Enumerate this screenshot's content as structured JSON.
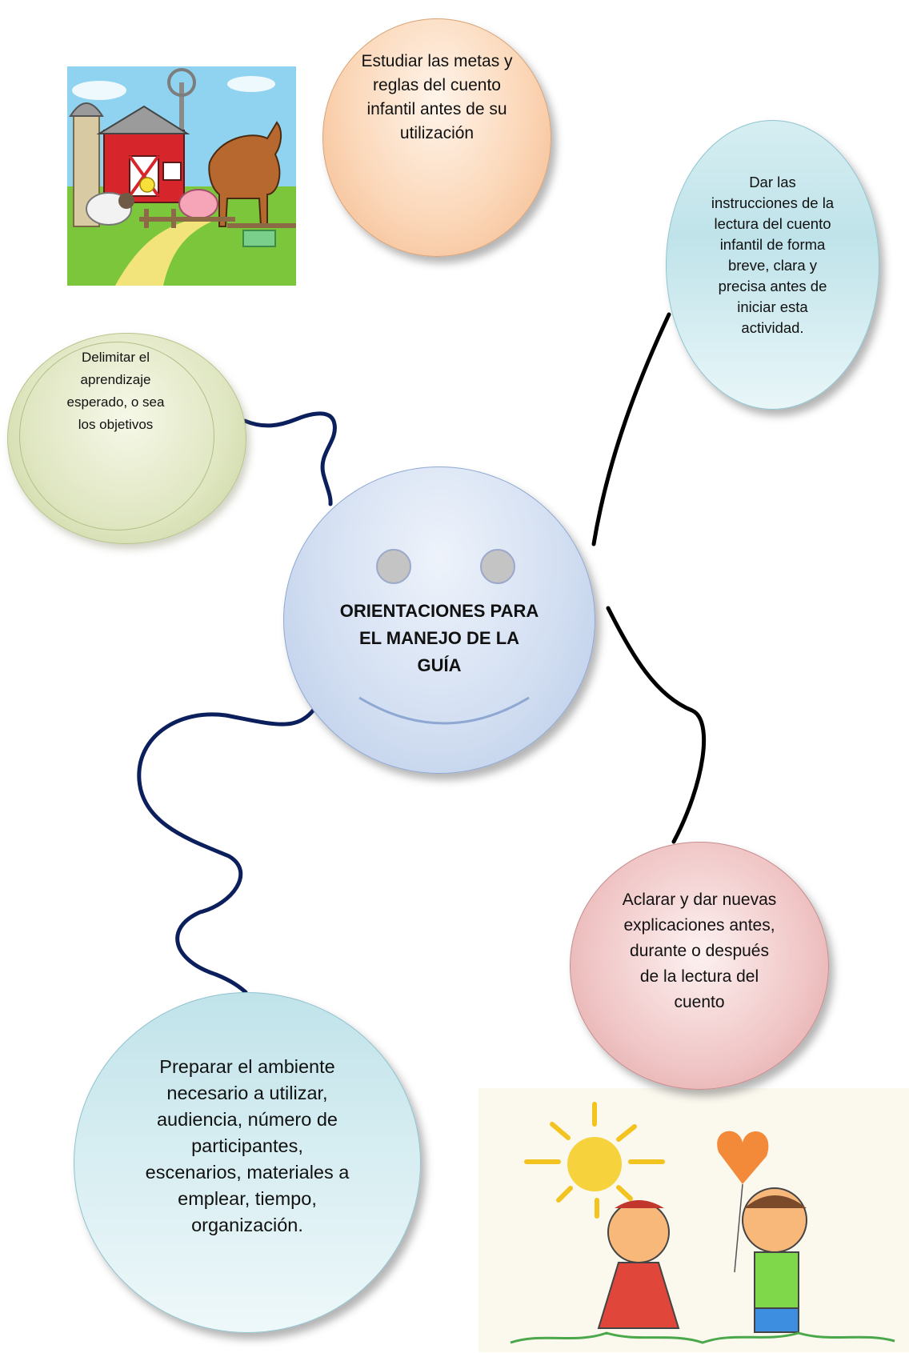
{
  "nodes": {
    "center": "ORIENTACIONES PARA EL MANEJO DE LA GUÍA",
    "study": "Estudiar las metas y reglas del cuento infantil antes de su utilización",
    "instructions": "Dar las instrucciones de la lectura del cuento infantil de forma breve, clara y precisa antes de iniciar esta actividad.",
    "goals": "Delimitar el aprendizaje esperado, o sea los objetivos",
    "clarify": "Aclarar y dar nuevas explicaciones antes, durante o después de la lectura del cuento",
    "prepare": "Preparar el ambiente necesario a utilizar, audiencia, número de participantes, escenarios, materiales a emplear, tiempo, organización."
  },
  "images": {
    "farm": "farm-illustration",
    "kids": "children-drawing-illustration"
  },
  "colors": {
    "connector_navy": "#0b1f5c",
    "connector_black": "#000000"
  }
}
